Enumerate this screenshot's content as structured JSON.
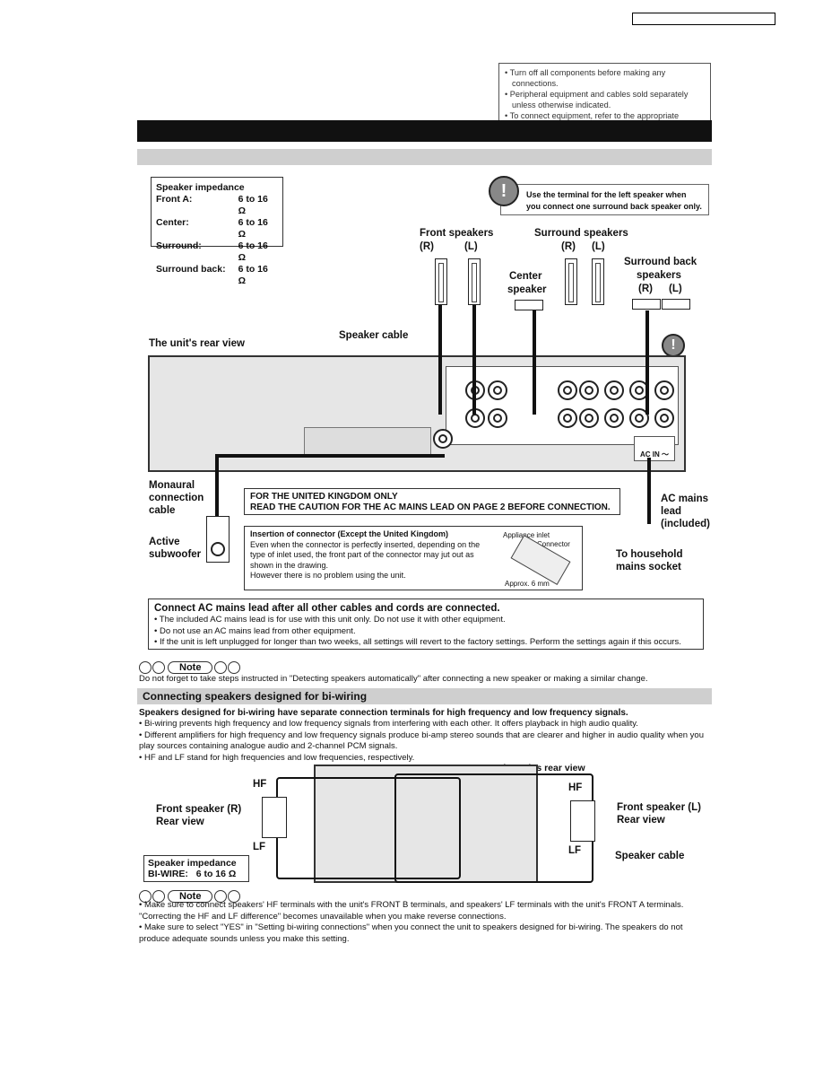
{
  "pre_notes": [
    "• Turn off all components before making any connections.",
    "• Peripheral equipment and cables sold separately unless otherwise indicated.",
    "• To connect equipment, refer to the appropriate operating instructions."
  ],
  "impedance": {
    "title": "Speaker impedance",
    "rows": [
      {
        "label": "Front A:",
        "value": "6 to 16 Ω"
      },
      {
        "label": "Center:",
        "value": "6 to 16 Ω"
      },
      {
        "label": "Surround:",
        "value": "6 to 16 Ω"
      },
      {
        "label": "Surround back:",
        "value": "6 to 16 Ω"
      }
    ]
  },
  "warning": {
    "icon": "!",
    "text": "Use the terminal for the left speaker when you connect one surround back speaker only."
  },
  "labels": {
    "front_speakers": "Front speakers",
    "surround_speakers": "Surround speakers",
    "surround_back_line1": "Surround back",
    "surround_back_line2": "speakers",
    "center_line1": "Center",
    "center_line2": "speaker",
    "r": "(R)",
    "l": "(L)",
    "speaker_cable": "Speaker cable",
    "rear_view": "The unit's rear view",
    "monaural_1": "Monaural",
    "monaural_2": "connection",
    "monaural_3": "cable",
    "active_1": "Active",
    "active_2": "subwoofer",
    "ac_1": "AC mains",
    "ac_2": "lead",
    "ac_3": "(included)",
    "household_1": "To household",
    "household_2": "mains socket",
    "ac_in": "AC IN ～"
  },
  "uk": {
    "line1": "FOR THE UNITED KINGDOM ONLY",
    "line2": "READ THE CAUTION FOR THE AC MAINS LEAD ON PAGE 2 BEFORE CONNECTION."
  },
  "insertion": {
    "title": "Insertion of connector (Except the United Kingdom)",
    "lines": [
      "Even when the connector is perfectly inserted, depending on the",
      "type of inlet used, the front part of the connector may jut out as",
      "shown in the drawing.",
      "However there is no problem using the unit."
    ],
    "appliance_inlet": "Appliance inlet",
    "connector": "Connector",
    "approx": "Approx. 6 mm"
  },
  "ac_box": {
    "heading": "Connect AC mains lead after all other cables and cords are connected.",
    "items": [
      "• The included AC mains lead is for use with this unit only. Do not use it with other equipment.",
      "• Do not use an AC mains lead from other equipment.",
      "• If the unit is left unplugged for longer than two weeks, all settings will revert to the factory settings. Perform the settings again if this occurs."
    ]
  },
  "note_label": "Note",
  "note1": "Do not forget to take steps instructed in \"Detecting speakers automatically\" after connecting a new speaker or making a similar change.",
  "biwire": {
    "section_title": "Connecting speakers designed for bi-wiring",
    "lead": "Speakers designed for bi-wiring have separate connection terminals for high frequency and low frequency signals.",
    "bullets": [
      "• Bi-wiring prevents high frequency and low frequency signals from interfering with each other. It offers playback in high audio quality.",
      "• Different amplifiers for high frequency and low frequency signals produce bi-amp stereo sounds that are clearer and higher in audio quality when you play sources containing analogue audio and 2-channel PCM signals.",
      "• HF and LF stand for high frequencies and low frequencies, respectively."
    ],
    "rear_view": "The unit's rear view",
    "hf": "HF",
    "lf": "LF",
    "front_r_1": "Front speaker (R)",
    "front_r_2": "Rear view",
    "front_l_1": "Front speaker (L)",
    "front_l_2": "Rear view",
    "speaker_cable": "Speaker cable",
    "imp_title": "Speaker impedance",
    "imp_label": "BI-WIRE:",
    "imp_value": "6 to 16 Ω"
  },
  "note2": [
    "• Make sure to connect speakers' HF terminals with the unit's FRONT B terminals, and speakers' LF terminals with the unit's FRONT A terminals. \"Correcting the HF and LF difference\" becomes unavailable when you make reverse connections.",
    "• Make sure to select \"YES\" in \"Setting bi-wiring connections\" when you connect the unit to speakers designed for bi-wiring. The speakers do not produce adequate sounds unless you make this setting."
  ]
}
